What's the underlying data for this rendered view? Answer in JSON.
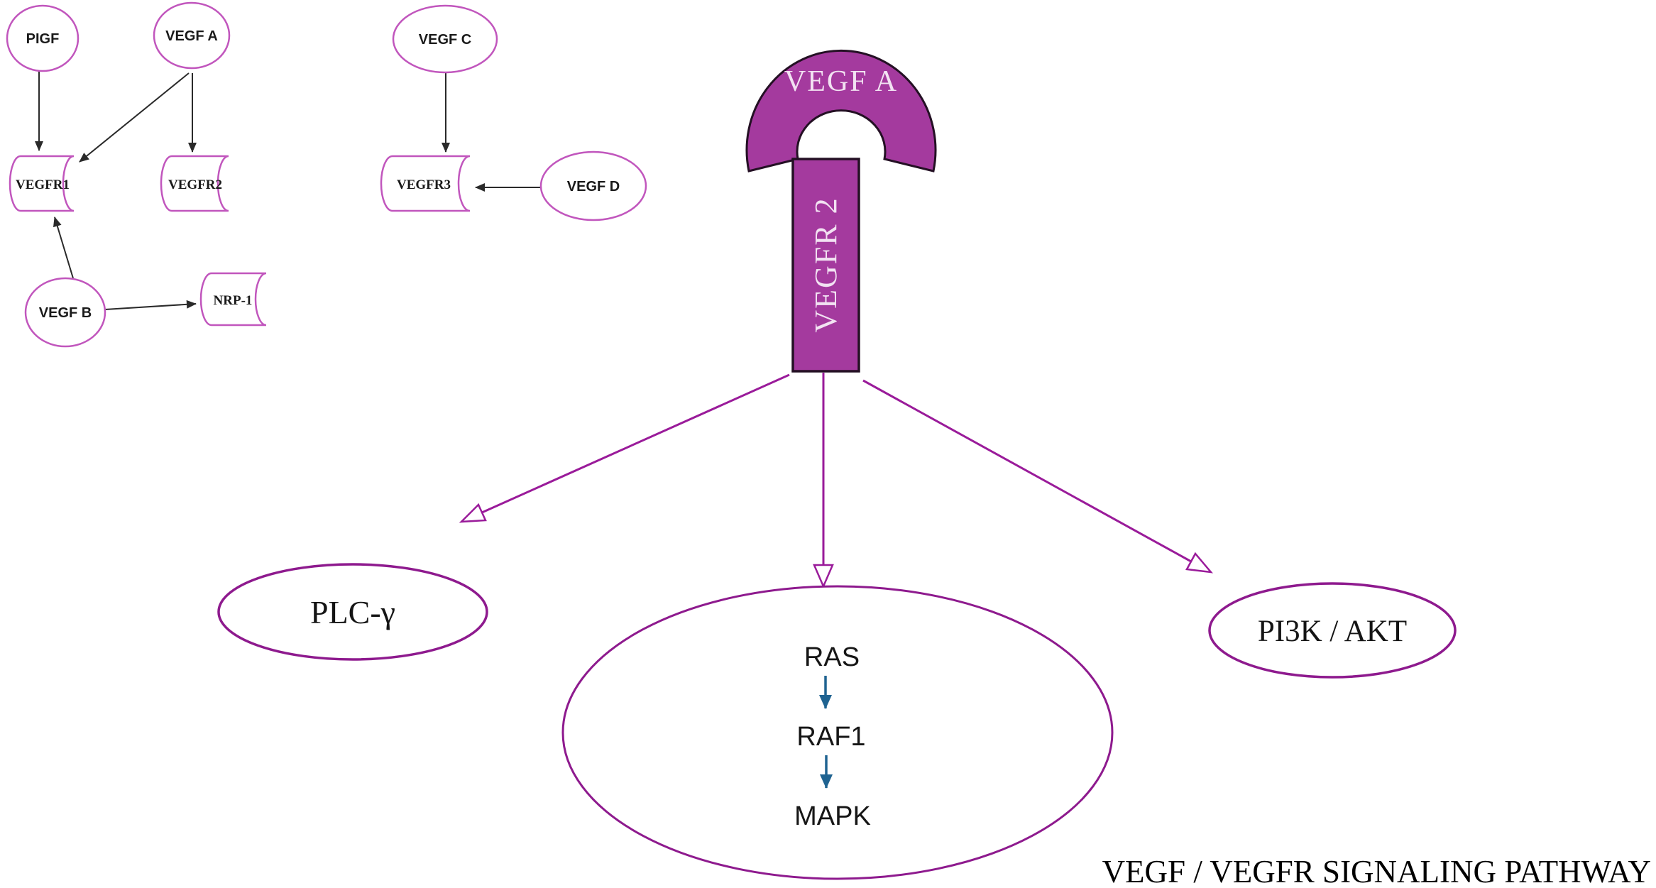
{
  "title": "VEGF / VEGFR SIGNALING PATHWAY",
  "colors": {
    "bg": "#FFFFFF",
    "orchid": "#C156BD",
    "purple": "#8E1A8E",
    "arrowPurple": "#9A1B9A",
    "shapeFill": "#A43A9E",
    "shapeText": "#F2E2F2",
    "teal": "#1F6391",
    "ink": "#1A1A1A"
  },
  "map": {
    "ligands": {
      "pigf": {
        "label": "PIGF"
      },
      "vegfa": {
        "label": "VEGF A"
      },
      "vegfb": {
        "label": "VEGF B"
      },
      "vegfc": {
        "label": "VEGF C"
      },
      "vegfd": {
        "label": "VEGF D"
      }
    },
    "receptors": {
      "vegfr1": {
        "label": "VEGFR1"
      },
      "vegfr2": {
        "label": "VEGFR2"
      },
      "vegfr3": {
        "label": "VEGFR3"
      },
      "nrp1": {
        "label": "NRP-1"
      }
    },
    "edges": [
      {
        "from": "PIGF",
        "to": "VEGFR1"
      },
      {
        "from": "VEGF A",
        "to": "VEGFR1"
      },
      {
        "from": "VEGF A",
        "to": "VEGFR2"
      },
      {
        "from": "VEGF C",
        "to": "VEGFR3"
      },
      {
        "from": "VEGF D",
        "to": "VEGFR3"
      },
      {
        "from": "VEGF B",
        "to": "VEGFR1"
      },
      {
        "from": "VEGF B",
        "to": "NRP-1"
      }
    ]
  },
  "complex": {
    "ligand_label": "VEGF A",
    "receptor_label": "VEGFR 2"
  },
  "downstream": {
    "plc": {
      "label": "PLC-γ"
    },
    "pi3k": {
      "label": "PI3K / AKT"
    },
    "cascade": [
      "RAS",
      "RAF1",
      "MAPK"
    ],
    "cascade_edges": [
      {
        "from": "RAS",
        "to": "RAF1"
      },
      {
        "from": "RAF1",
        "to": "MAPK"
      }
    ]
  }
}
